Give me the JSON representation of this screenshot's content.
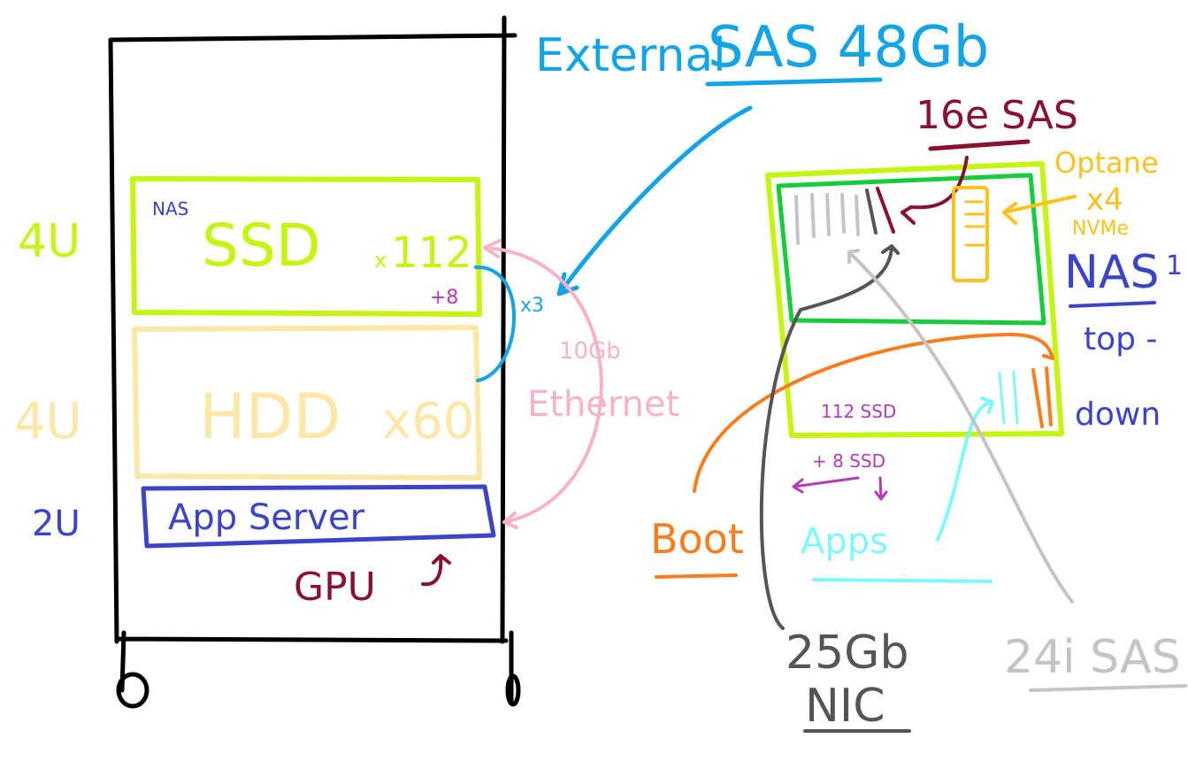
{
  "colors": {
    "rack": "#000000",
    "lime": "#c3f510",
    "hdd": "#fde7a6",
    "blue": "#3b44c8",
    "sky": "#12a4e6",
    "pink": "#f7b1c9",
    "purple": "#b33ab8",
    "maroon": "#8a1030",
    "green": "#17cc3a",
    "gold": "#fcc11c",
    "orange": "#fa7d1d",
    "cyan": "#7ef8fc",
    "gray": "#555555",
    "lightgray": "#c4c4c4"
  },
  "rack": {
    "ssd_unit": {
      "size": "4U",
      "tag": "NAS",
      "label": "SSD",
      "times": "x",
      "count": "112",
      "extra": "+8"
    },
    "hdd_unit": {
      "size": "4U",
      "label": "HDD",
      "count": "x60"
    },
    "app_unit": {
      "size": "2U",
      "label": "App Server",
      "gpu": "GPU"
    }
  },
  "links": {
    "external_title_a": "External",
    "external_title_b": "SAS 48Gb",
    "sas_multiplier": "x3",
    "ethernet_a": "10Gb",
    "ethernet_b": "Ethernet"
  },
  "nas_detail": {
    "sas16e": "16e SAS",
    "optane": "Optane",
    "optane_count": "x4",
    "nvme": "NVMe",
    "title": "NAS",
    "title_sup": "1",
    "view_a": "top -",
    "view_b": "down",
    "ssd": "112 SSD",
    "ssd_extra": "+ 8 SSD",
    "boot": "Boot",
    "apps": "Apps",
    "nic_a": "25Gb",
    "nic_b": "NIC",
    "sas24i": "24i SAS"
  }
}
